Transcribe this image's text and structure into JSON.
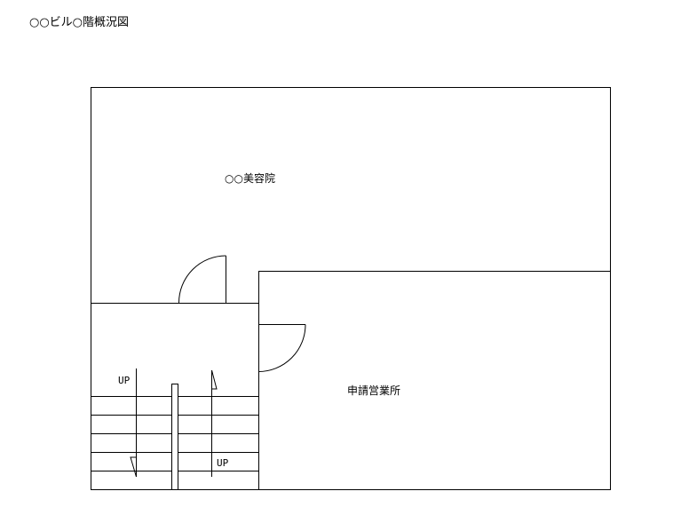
{
  "title": "○○ビル○階概況図",
  "rooms": {
    "salon": "○○美容院",
    "office": "申請営業所"
  },
  "stairs": {
    "up_left": "UP",
    "up_right": "UP"
  },
  "colors": {
    "line": "#000000",
    "background": "#ffffff"
  }
}
